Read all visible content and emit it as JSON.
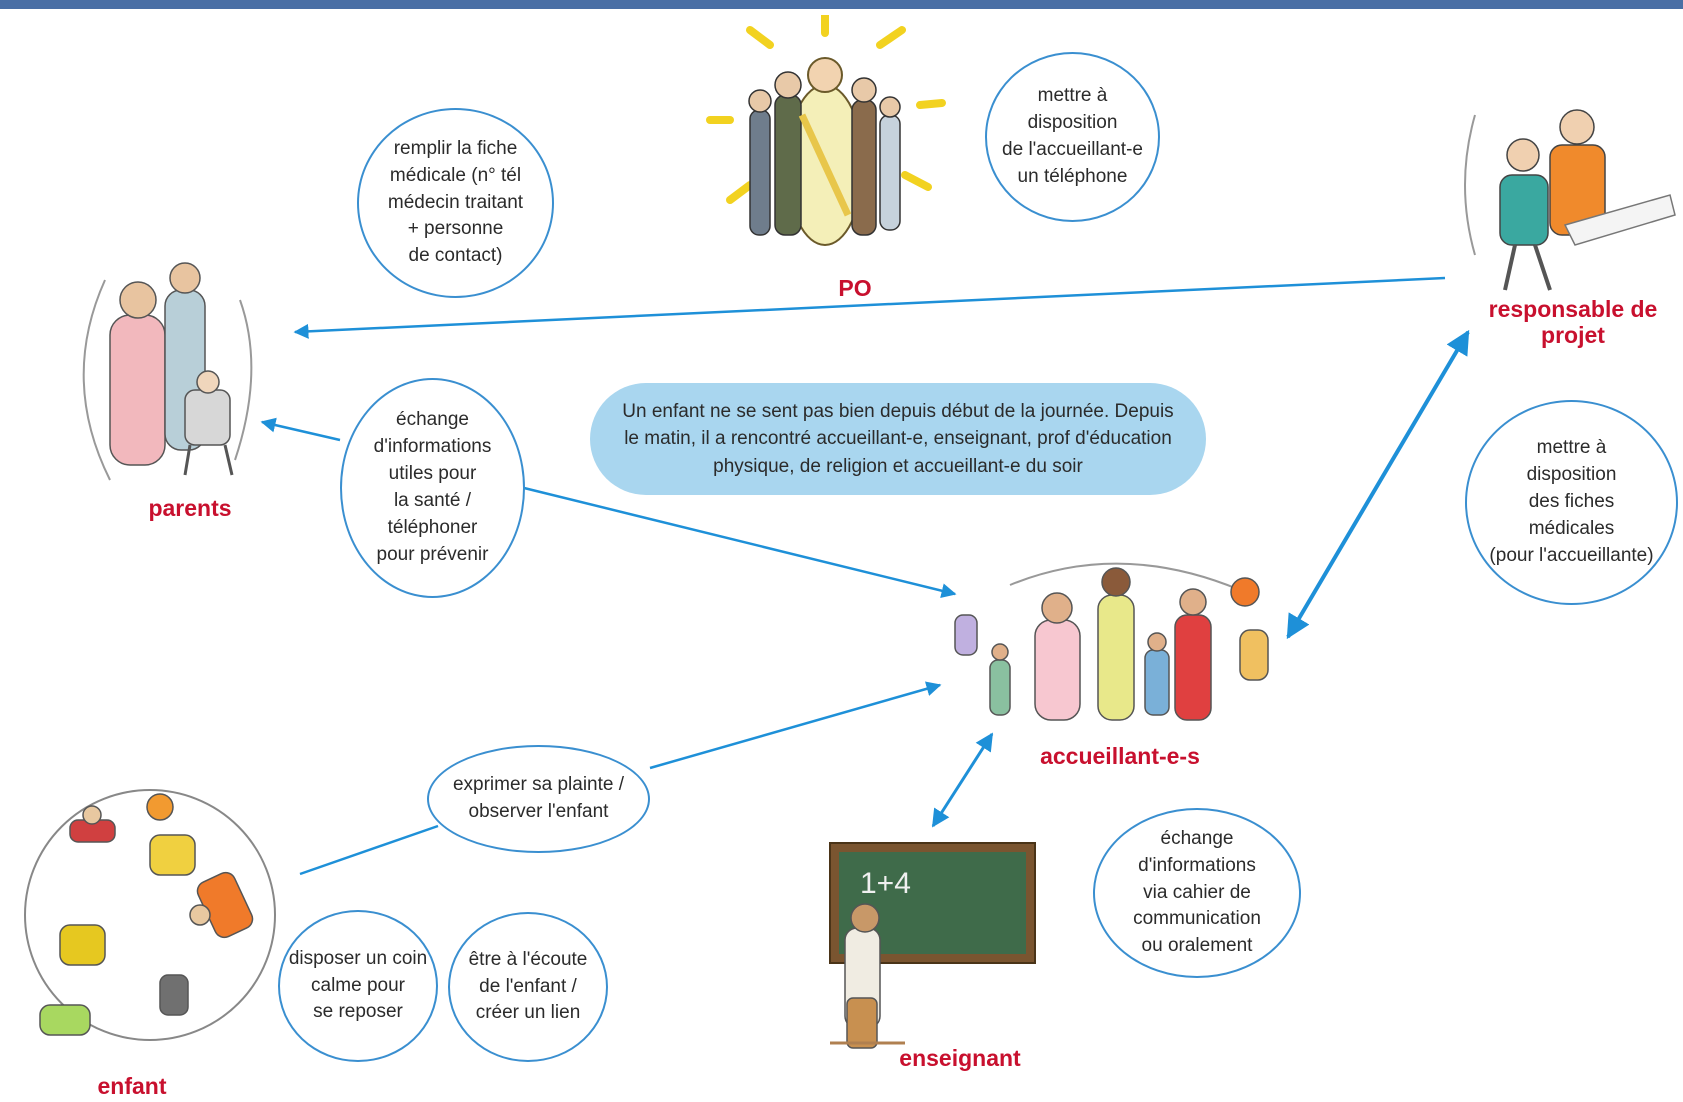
{
  "colors": {
    "arrow": "#1e90d8",
    "bubble_border": "#3a8fd0",
    "actor_label": "#c8102e",
    "scenario_bg": "#a9d6ef",
    "top_bar": "#4a6fa5"
  },
  "actors": {
    "po": "PO",
    "responsable": "responsable de\nprojet",
    "parents": "parents",
    "accueillants": "accueillant-e-s",
    "enfant": "enfant",
    "enseignant": "enseignant"
  },
  "scenario": "Un enfant ne se sent pas bien depuis début de la journée. Depuis\nle matin, il a rencontré accueillant-e, enseignant, prof d'éducation\nphysique, de religion  et accueillant-e du soir",
  "bubbles": {
    "fiche_medicale": "remplir la fiche\nmédicale (n° tél\nmédecin traitant\n+ personne\nde contact)",
    "telephone": "mettre à\ndisposition\nde l'accueillant-e\nun téléphone",
    "echange_sante": "échange\nd'informations\nutiles pour\nla santé /\ntéléphoner\npour prévenir",
    "fiches_medicales": "mettre à\ndisposition\ndes fiches\nmédicales\n(pour l'accueillante)",
    "plainte": "exprimer sa plainte /\nobserver l'enfant",
    "cahier": "échange\nd'informations\nvia cahier de\ncommunication\nou oralement",
    "coin_calme": "disposer un coin\ncalme pour\nse reposer",
    "ecoute": "être à l'écoute\nde l'enfant /\ncréer un lien"
  },
  "illustrations": {
    "po": "group-of-people-icon",
    "responsable": "office-workers-icon",
    "parents": "family-icon",
    "accueillants": "caregivers-with-children-icon",
    "enfant": "playing-children-icon",
    "enseignant": "teacher-at-blackboard-icon"
  }
}
